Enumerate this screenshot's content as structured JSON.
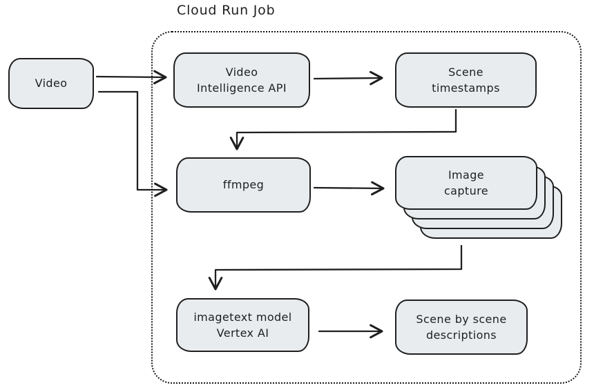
{
  "diagram": {
    "title": "Cloud Run Job",
    "colors": {
      "stroke": "#1e1e1e",
      "node_fill": "#e9ecef",
      "background": "#ffffff"
    },
    "container": {
      "label": "Cloud Run Job",
      "border_style": "dotted"
    },
    "nodes": {
      "video": {
        "label": "Video"
      },
      "video_intelligence_api": {
        "label": "Video\nIntelligence API"
      },
      "scene_timestamps": {
        "label": "Scene\ntimestamps"
      },
      "ffmpeg": {
        "label": "ffmpeg"
      },
      "image_capture": {
        "label": "Image\ncapture",
        "stacked_copies": 4
      },
      "imagetext_model": {
        "label": "imagetext model\nVertex AI"
      },
      "scene_descriptions": {
        "label": "Scene by scene\ndescriptions"
      }
    },
    "edges": [
      {
        "from": "video",
        "to": "video_intelligence_api"
      },
      {
        "from": "video",
        "to": "ffmpeg"
      },
      {
        "from": "video_intelligence_api",
        "to": "scene_timestamps"
      },
      {
        "from": "scene_timestamps",
        "to": "ffmpeg"
      },
      {
        "from": "ffmpeg",
        "to": "image_capture"
      },
      {
        "from": "image_capture",
        "to": "imagetext_model"
      },
      {
        "from": "imagetext_model",
        "to": "scene_descriptions"
      }
    ]
  }
}
